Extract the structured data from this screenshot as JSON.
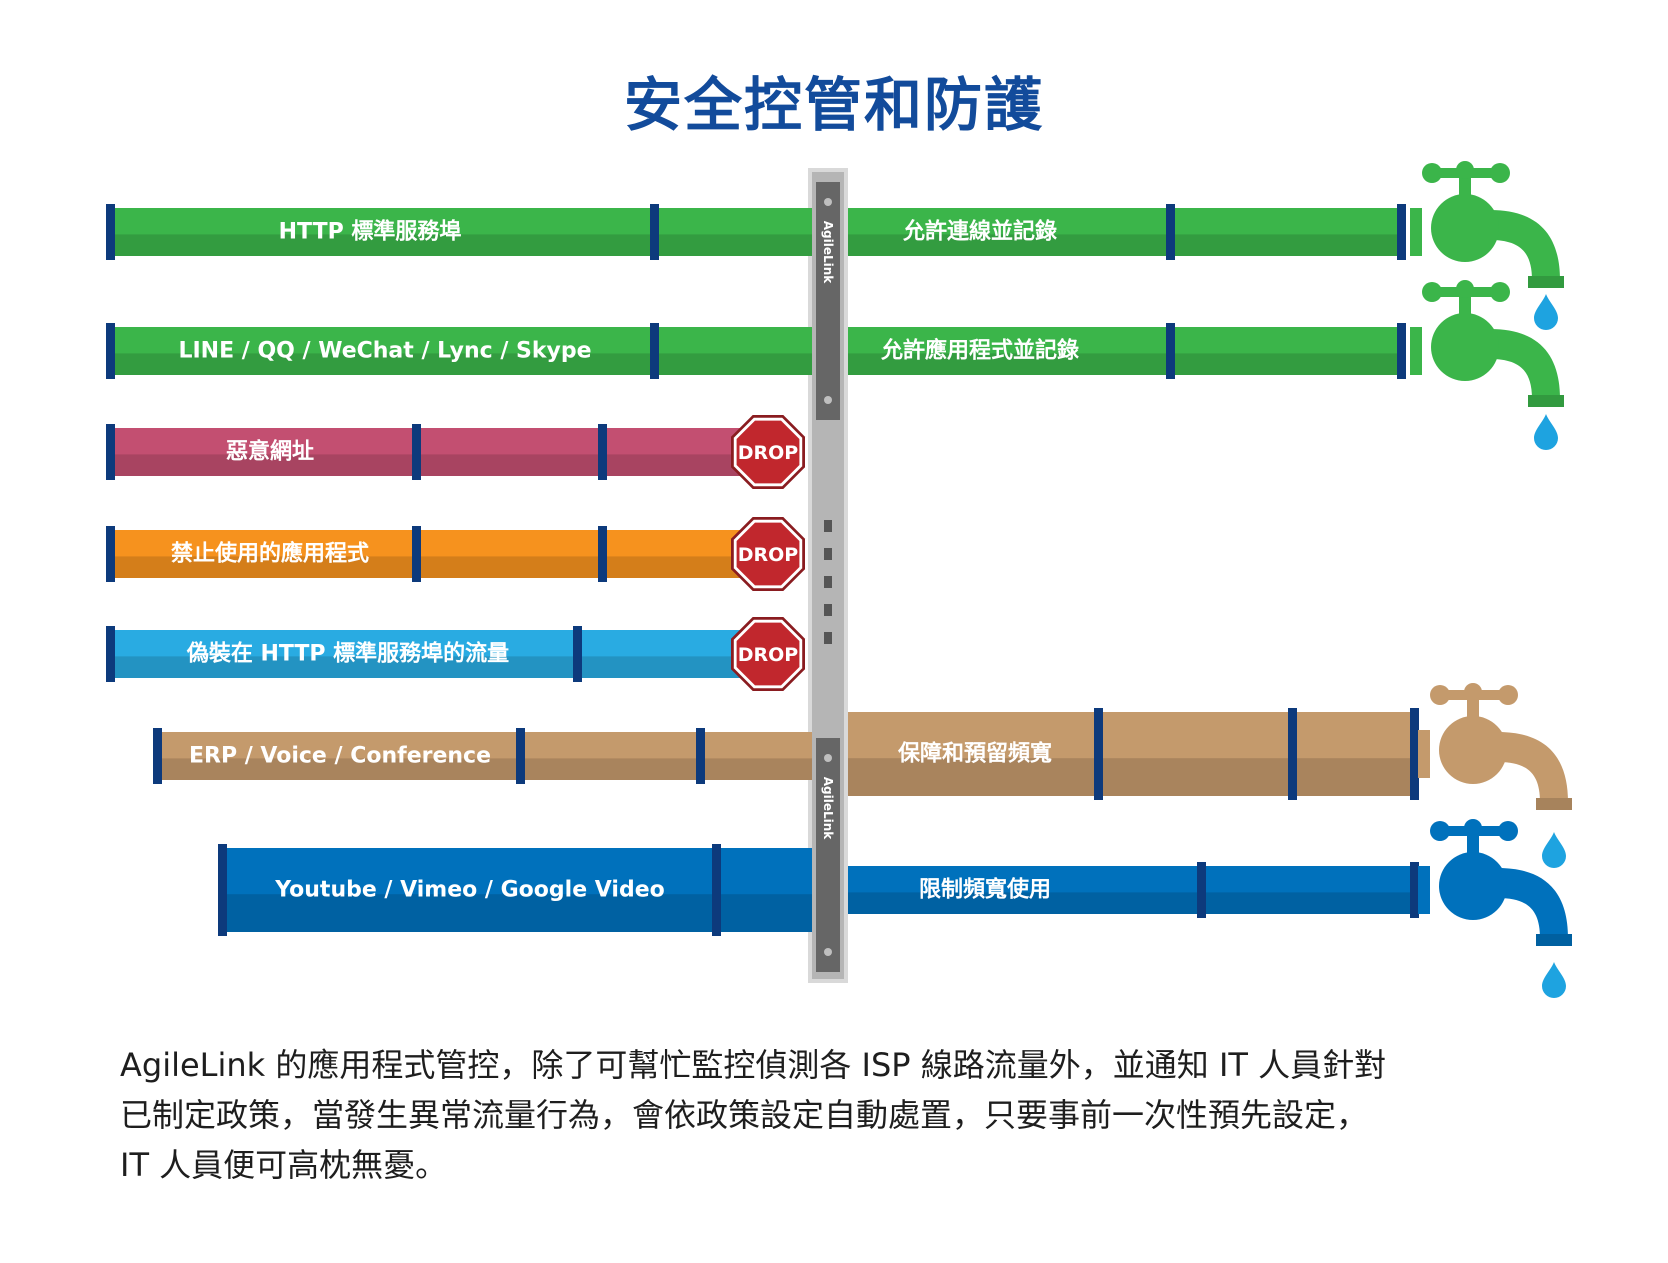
{
  "title": "安全控管和防護",
  "colors": {
    "title": "#124b9b",
    "joint": "#0d3a7c",
    "drop": "#c1272d",
    "green": "#3bb54a",
    "pink": "#c34f71",
    "orange": "#f6921e",
    "cyan": "#29abe2",
    "tan": "#c49a6c",
    "blue": "#0071bc",
    "water": "#1ea3e0",
    "gateway": "#b5b5b5"
  },
  "gateway": {
    "label_top": "AgileLink",
    "label_bottom": "AgileLink"
  },
  "pipes": [
    {
      "label": "HTTP 標準服務埠",
      "color": "green",
      "result": "allow",
      "right_label": "允許連線並記錄"
    },
    {
      "label": "LINE / QQ  / WeChat / Lync / Skype",
      "color": "green",
      "result": "allow",
      "right_label": "允許應用程式並記錄"
    },
    {
      "label": "惡意網址",
      "color": "pink",
      "result": "drop",
      "drop_label": "DROP"
    },
    {
      "label": "禁止使用的應用程式",
      "color": "orange",
      "result": "drop",
      "drop_label": "DROP"
    },
    {
      "label": "偽裝在 HTTP 標準服務埠的流量",
      "color": "cyan",
      "result": "drop",
      "drop_label": "DROP"
    },
    {
      "label": "ERP / Voice / Conference",
      "color": "tan",
      "result": "allow",
      "right_label": "保障和預留頻寬"
    },
    {
      "label": "Youtube / Vimeo / Google Video",
      "color": "blue",
      "result": "allow",
      "right_label": "限制頻寬使用"
    }
  ],
  "description": [
    "AgileLink 的應用程式管控，除了可幫忙監控偵測各 ISP 線路流量外，並通知 IT 人員針對",
    "已制定政策，當發生異常流量行為，會依政策設定自動處置，只要事前一次性預先設定，",
    "IT 人員便可高枕無憂。"
  ]
}
